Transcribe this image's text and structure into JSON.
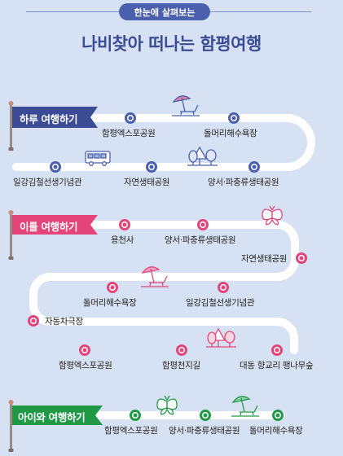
{
  "header": {
    "badge": "한눈에 살펴보는",
    "title": "나비찾아 떠나는 함평여행"
  },
  "colors": {
    "blue": "#4a60ae",
    "pink": "#e3457a",
    "green": "#1f9945",
    "navy": "#3b4b94"
  },
  "course_day": {
    "flag": "하루 여행하기",
    "stops": [
      "함평엑스포공원",
      "돌머리해수욕장",
      "일강김철선생기념관",
      "자연생태공원",
      "양서·파충류생태공원"
    ]
  },
  "course_overnight": {
    "flag": "이틀 여행하기",
    "stops": [
      "용천사",
      "양서·파충류생태공원",
      "자연생태공원",
      "돌머리해수욕장",
      "일강김철선생기념관",
      "자동차극장",
      "함평엑스포공원",
      "함평천지길",
      "대동 향교리 팽나무숲"
    ]
  },
  "course_kids": {
    "flag": "아이와 여행하기",
    "stops": [
      "함평엑스포공원",
      "양서·파충류생태공원",
      "돌머리해수욕장"
    ]
  },
  "icons": [
    "beach-parasol-icon",
    "bus-icon",
    "trees-icon",
    "butterfly-icon"
  ]
}
